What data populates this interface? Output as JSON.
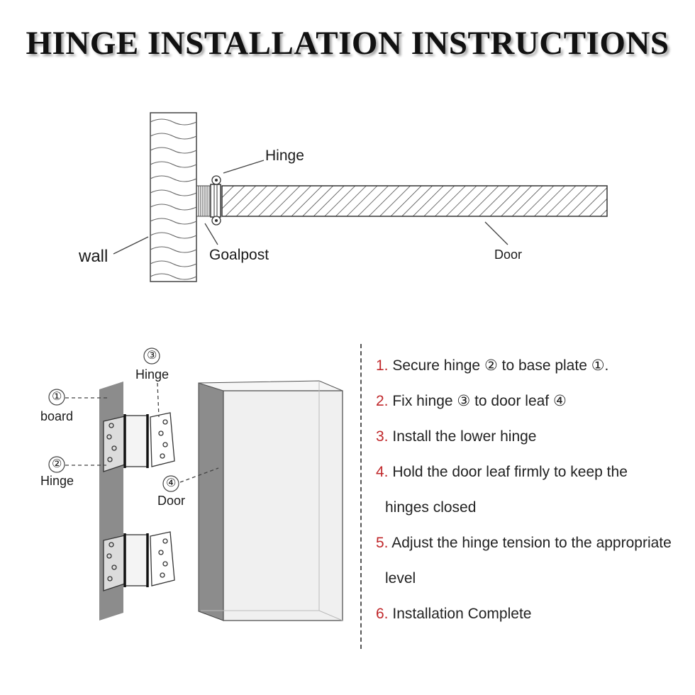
{
  "title": "HINGE INSTALLATION INSTRUCTIONS",
  "top_diagram": {
    "hinge_label": "Hinge",
    "wall_label": "wall",
    "goalpost_label": "Goalpost",
    "door_label": "Door"
  },
  "bottom_diagram": {
    "marker_1": "①",
    "marker_2": "②",
    "marker_3": "③",
    "marker_4": "④",
    "board_label": "board",
    "hinge_label_2": "Hinge",
    "hinge_label_3": "Hinge",
    "door_label": "Door"
  },
  "steps": [
    {
      "num": "1.",
      "text": "Secure hinge ② to base plate ①."
    },
    {
      "num": "2.",
      "text": "Fix hinge ③ to door leaf ④"
    },
    {
      "num": "3.",
      "text": "Install the lower hinge"
    },
    {
      "num": "4.",
      "text": "Hold the door leaf firmly to keep the",
      "cont": "hinges closed"
    },
    {
      "num": "5.",
      "text": "Adjust the hinge tension to the appropriate",
      "cont": "level"
    },
    {
      "num": "6.",
      "text": "Installation Complete"
    }
  ],
  "colors": {
    "title": "#111111",
    "step_number": "#c0282b",
    "line": "#444444",
    "board": "#8c8c8c"
  }
}
